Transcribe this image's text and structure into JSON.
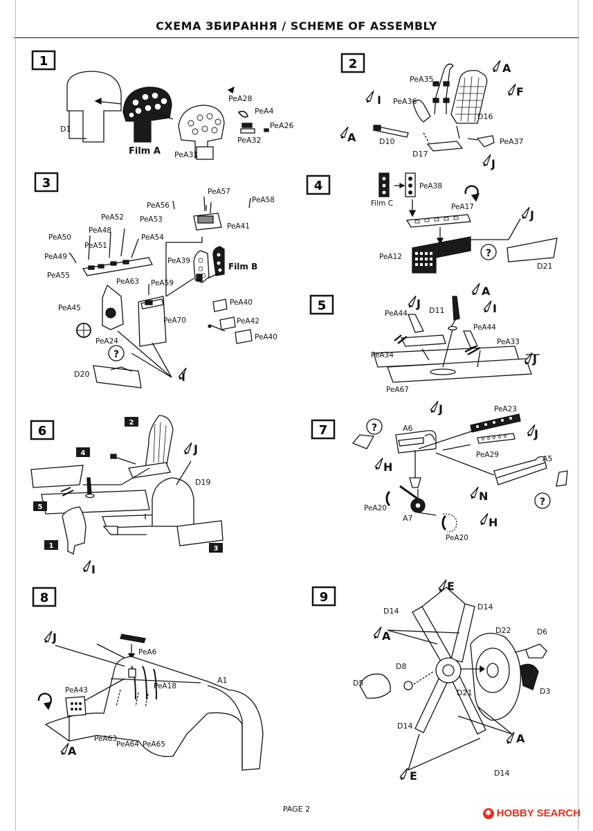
{
  "page_title": "СХЕМА ЗБИРАННЯ / SCHEME OF ASSEMBLY",
  "footer": "PAGE 2",
  "watermark": "HOBBY SEARCH",
  "steps": [
    {
      "number": "1",
      "labels": [
        "D1",
        "Film A",
        "PeA28",
        "PeA4",
        "PeA26",
        "PeA32",
        "PeA31"
      ]
    },
    {
      "number": "2",
      "labels": [
        "PeA35",
        "A",
        "F",
        "PeA36",
        "I",
        "D16",
        "A",
        "D10",
        "D17",
        "PeA37",
        "J"
      ]
    },
    {
      "number": "3",
      "labels": [
        "PeA57",
        "PeA56",
        "PeA58",
        "PeA41",
        "PeA52",
        "PeA53",
        "PeA48",
        "PeA50",
        "PeA51",
        "PeA54",
        "PeA49",
        "PeA55",
        "PeA63",
        "PeA39",
        "Film B",
        "PeA59",
        "PeA45",
        "PeA70",
        "PeA40",
        "PeA42",
        "PeA40",
        "PeA24",
        "D20",
        "I"
      ]
    },
    {
      "number": "4",
      "labels": [
        "Film C",
        "PeA38",
        "PeA17",
        "J",
        "PeA12",
        "D21"
      ]
    },
    {
      "number": "5",
      "labels": [
        "A",
        "J",
        "D11",
        "I",
        "PeA44",
        "PeA44",
        "PeA33",
        "PeA34",
        "J",
        "PeA67"
      ]
    },
    {
      "number": "6",
      "labels": [
        "J",
        "D19",
        "I"
      ],
      "substeps": [
        "2",
        "4",
        "5",
        "1",
        "3"
      ]
    },
    {
      "number": "7",
      "labels": [
        "J",
        "PeA23",
        "A6",
        "J",
        "PeA29",
        "A5",
        "H",
        "N",
        "PeA20",
        "A7",
        "H",
        "PeA20"
      ]
    },
    {
      "number": "8",
      "labels": [
        "J",
        "PeA6",
        "PeA18",
        "A1",
        "PeA43",
        "PeA63",
        "PeA64",
        "PeA65",
        "A"
      ]
    },
    {
      "number": "9",
      "labels": [
        "E",
        "D14",
        "D14",
        "D22",
        "D6",
        "A",
        "D8",
        "D5",
        "D21",
        "D3",
        "D14",
        "A",
        "E",
        "D14"
      ]
    }
  ],
  "colors": {
    "ink": "#111111",
    "fill": "#ffffff",
    "dark": "#1a1a1a"
  }
}
